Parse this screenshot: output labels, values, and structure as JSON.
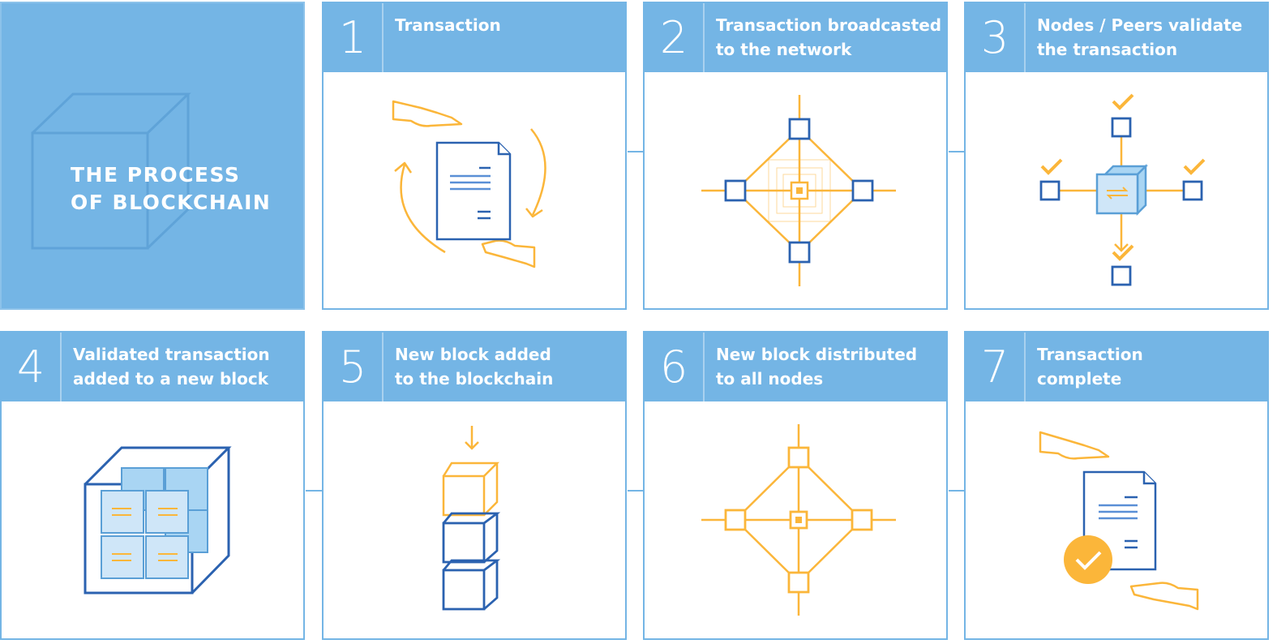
{
  "intro": {
    "title": "THE PROCESS\nOF BLOCKCHAIN"
  },
  "steps": [
    {
      "number": "1",
      "title": "Transaction"
    },
    {
      "number": "2",
      "title": "Transaction broadcasted\nto the network"
    },
    {
      "number": "3",
      "title": "Nodes / Peers validate\nthe transaction"
    },
    {
      "number": "4",
      "title": "Validated transaction\nadded to a new block"
    },
    {
      "number": "5",
      "title": "New block added\nto the blockchain"
    },
    {
      "number": "6",
      "title": "New block distributed\nto all nodes"
    },
    {
      "number": "7",
      "title": "Transaction\ncomplete"
    }
  ],
  "colors": {
    "header": "#74b5e5",
    "blue": "#2b62b0",
    "orange": "#fbb63a",
    "light_blue": "#a9d5f3"
  }
}
